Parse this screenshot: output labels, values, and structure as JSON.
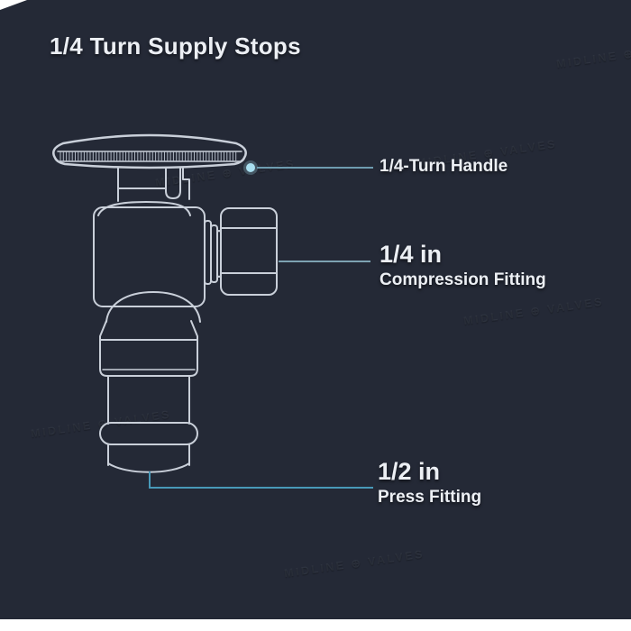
{
  "title": {
    "text": "1/4 Turn Supply Stops"
  },
  "watermark": {
    "text": "MIDLINE ⊕ VALVES"
  },
  "callouts": {
    "handle": {
      "label": "1/4-Turn Handle"
    },
    "compression": {
      "size": "1/4 in",
      "label": "Compression Fitting"
    },
    "press": {
      "size": "1/2 in",
      "label": "Press Fitting"
    }
  },
  "colors": {
    "background": "#242936",
    "outline": "#c9cfd9",
    "text": "#eceff4",
    "leader_handle": "#6e9cb0",
    "leader_compression": "#7da2b2",
    "leader_press": "#4899b8",
    "dot": "#a9dff0",
    "footer_strip": "#ffffff"
  }
}
